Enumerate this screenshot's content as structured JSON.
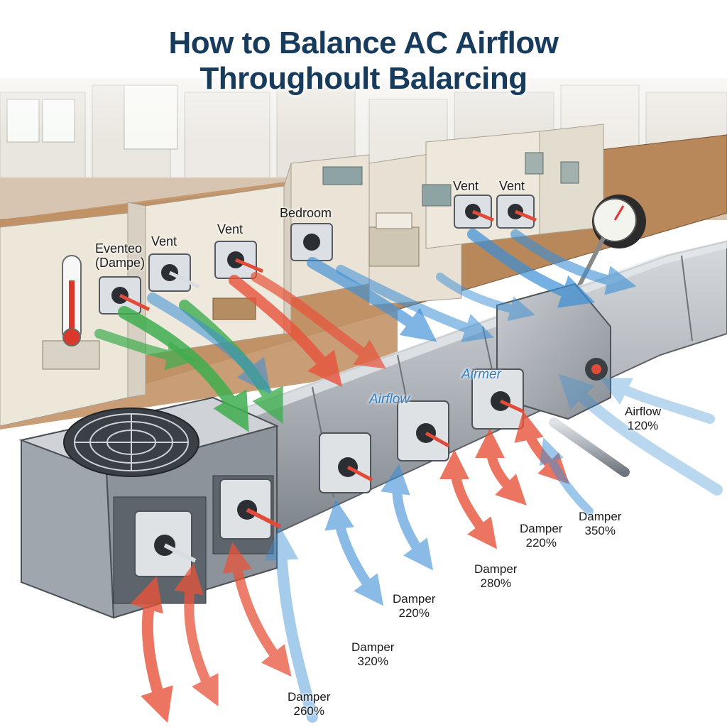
{
  "title": {
    "line1": "How to Balance AC Airflow",
    "line2": "Throughoult Balarcing"
  },
  "room_labels": {
    "damper_room": {
      "line1": "Eventeo",
      "line2": "(Dampe)"
    },
    "vent_1": "Vent",
    "vent_2": "Vent",
    "bedroom": "Bedroom",
    "vent_3": "Vent",
    "vent_4": "Vent"
  },
  "duct_labels": {
    "airflow_left": "Airflow",
    "airflow_right": "Airmer"
  },
  "readings": [
    {
      "label": "Airflow",
      "value": "120%"
    },
    {
      "label": "Damper",
      "value": "350%"
    },
    {
      "label": "Damper",
      "value": "220%"
    },
    {
      "label": "Damper",
      "value": "280%"
    },
    {
      "label": "Damper",
      "value": "220%"
    },
    {
      "label": "Damper",
      "value": "320%"
    },
    {
      "label": "Damper",
      "value": "260%"
    }
  ],
  "colors": {
    "title": "#173b5c",
    "warm_air": "#e8533a",
    "cool_air": "#3b8fd6",
    "return_air": "#3fae4f",
    "duct": "#a9aeb4",
    "wall": "#ece6da",
    "floor": "#b98a5e"
  }
}
